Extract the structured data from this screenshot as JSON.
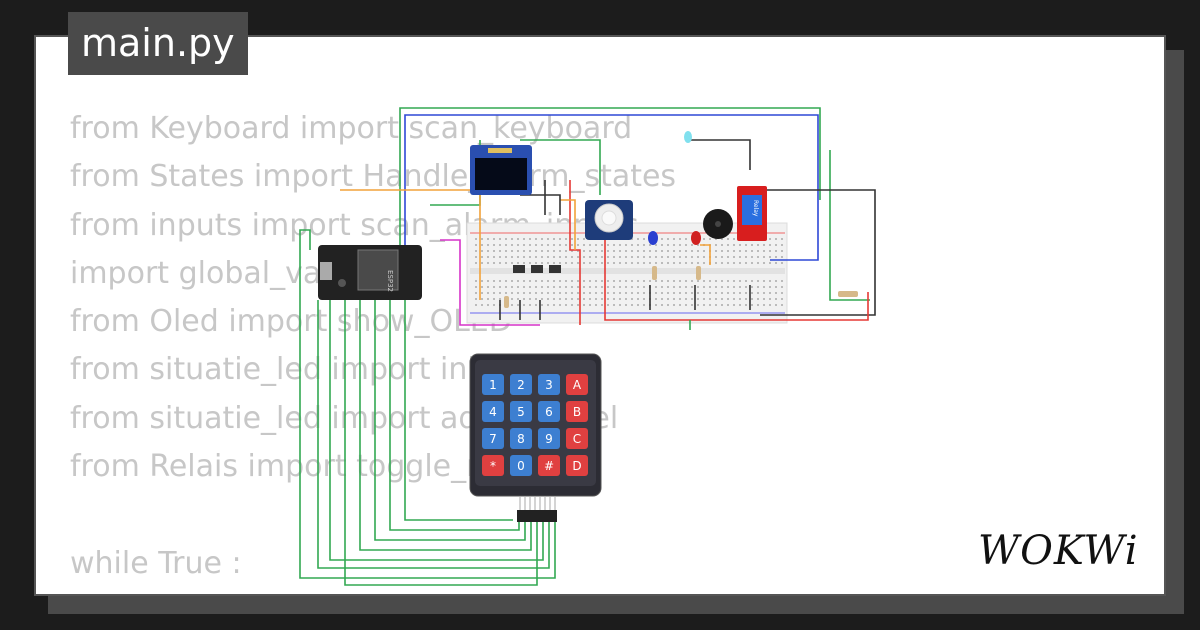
{
  "file_title": "main.py",
  "code_lines": [
    "from Keyboard import scan_keyboard",
    "from States import Handle_alarm_states",
    "from inputs import scan_alarm_inputs",
    "import global_variables",
    "from Oled import show_OLED",
    "from situatie_led import init_pixel",
    "from situatie_led import adjust_pixel",
    "from Relais import toggle_relais",
    "",
    "while True :"
  ],
  "esp32_label": "ESP32",
  "relay_label": "Relay",
  "keypad": {
    "keys": [
      [
        "1",
        "2",
        "3",
        "A"
      ],
      [
        "4",
        "5",
        "6",
        "B"
      ],
      [
        "7",
        "8",
        "9",
        "C"
      ],
      [
        "*",
        "0",
        "#",
        "D"
      ]
    ]
  },
  "brand": "WOKWi",
  "colors": {
    "wire_green": "#32a852",
    "wire_blue": "#2e48d6",
    "wire_red": "#e53935",
    "wire_pink": "#d633c8",
    "wire_orange": "#f2a23a",
    "wire_dark": "#333333",
    "key_blue": "#3d7fd1",
    "key_red": "#e04040"
  }
}
